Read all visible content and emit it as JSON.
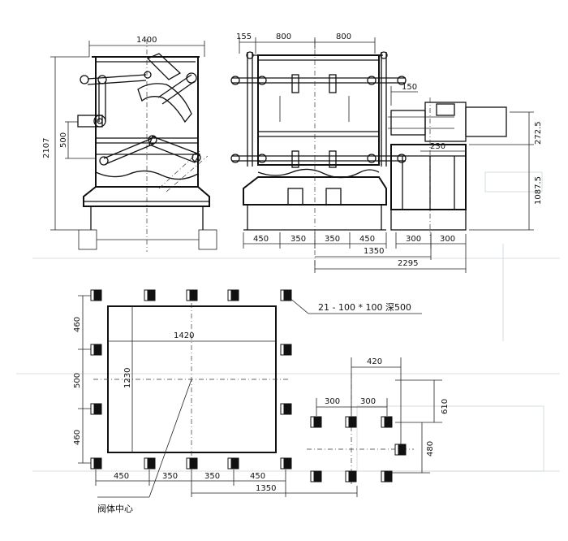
{
  "side_view": {
    "width_label": "1400",
    "height_label": "2107",
    "sub_height_label": "500"
  },
  "front_view": {
    "top_labels": [
      "155",
      "800",
      "800"
    ],
    "bottom_labels": [
      "450",
      "350",
      "350",
      "450"
    ],
    "total_1350": "1350",
    "total_2295": "2295"
  },
  "drive_view": {
    "offset_label": "150",
    "gap_label": "230",
    "height_label": "1087.5",
    "small_height_label": "272.5",
    "bottom_labels": [
      "300",
      "300"
    ]
  },
  "plan_view": {
    "hole_spec": "21 - 100 * 100 深500",
    "width_label": "1420",
    "height_label": "1230",
    "left_labels": [
      "460",
      "500",
      "460"
    ],
    "bottom_labels": [
      "450",
      "350",
      "350",
      "450"
    ],
    "total_label": "1350",
    "center_label": "阀体中心"
  },
  "anchor_view": {
    "top_label": "420",
    "spacing_labels": [
      "300",
      "300"
    ],
    "right_labels": [
      "610",
      "480"
    ]
  }
}
